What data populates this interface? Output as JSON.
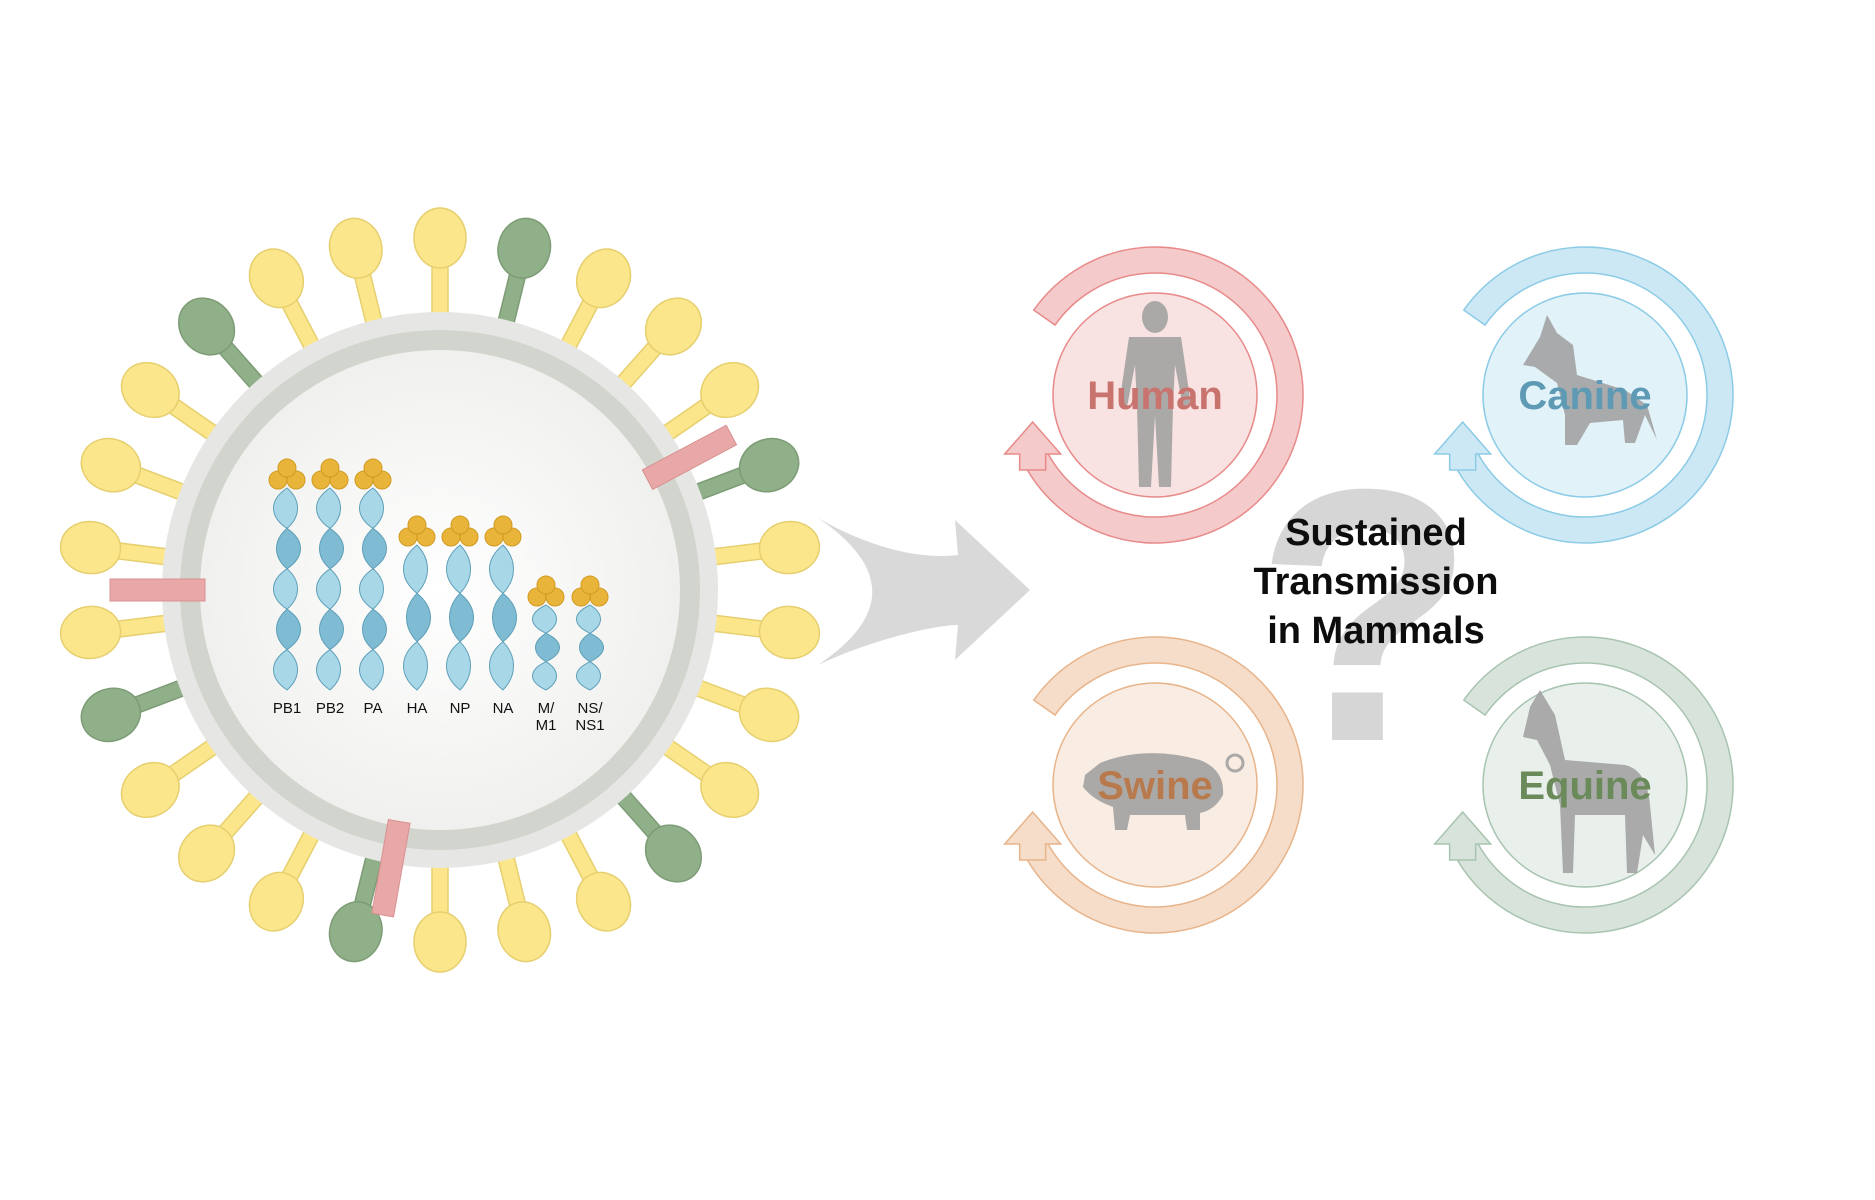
{
  "virus": {
    "segments": [
      "PB1",
      "PB2",
      "PA",
      "HA",
      "NP",
      "NA",
      "M/\nM1",
      "NS/\nNS1"
    ],
    "colors": {
      "ha_spike": "#fce68c",
      "na_spike": "#8fb088",
      "m2_channel": "#e8a8a8",
      "envelope": "#d3d6cf",
      "rna_light": "#a8d8e8",
      "rna_dark": "#7fbcd4",
      "polymerase": "#e8b53a"
    }
  },
  "transition_arrow": {
    "color": "#d9d9d9",
    "icon": "curved-arrow-icon"
  },
  "hosts": [
    {
      "name": "Human",
      "color": "#e88a8a",
      "label_color": "#c9736e",
      "icon": "human-silhouette-icon"
    },
    {
      "name": "Canine",
      "color": "#8ccbe6",
      "label_color": "#5f9ab5",
      "icon": "dog-silhouette-icon"
    },
    {
      "name": "Swine",
      "color": "#e8b48a",
      "label_color": "#b87a4c",
      "icon": "pig-silhouette-icon"
    },
    {
      "name": "Equine",
      "color": "#a8c4b0",
      "label_color": "#6a8a5a",
      "icon": "horse-silhouette-icon"
    }
  ],
  "center": {
    "title_lines": [
      "Sustained",
      "Transmission",
      "in Mammals"
    ],
    "question_mark": "?"
  }
}
